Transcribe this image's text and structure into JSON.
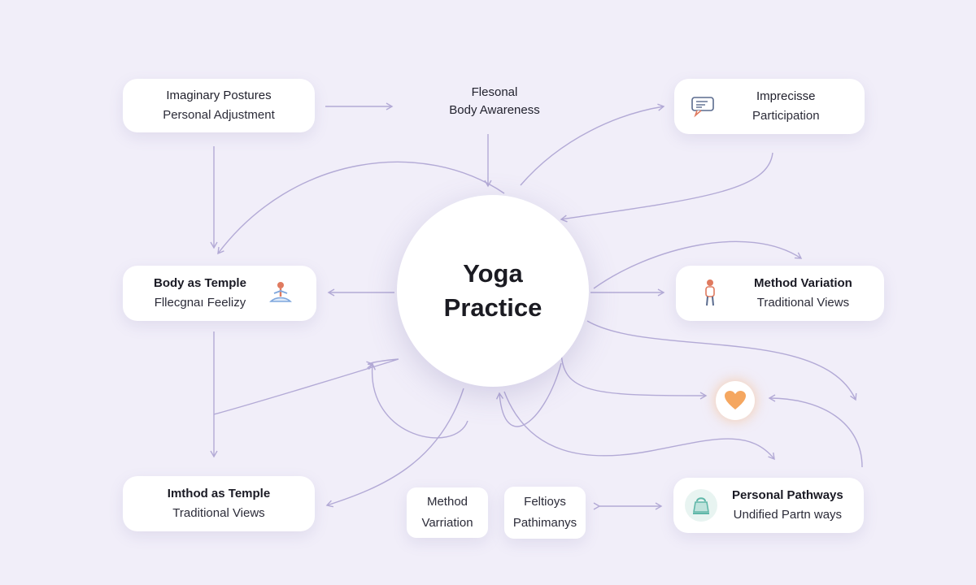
{
  "diagram": {
    "center": {
      "line1": "Yoga",
      "line2": "Practice"
    },
    "nodes": {
      "imaginary_postures": {
        "line1": "Imaginary Postures",
        "line2": "Personal Adjustment"
      },
      "flesonal": {
        "line1": "Flesonal",
        "line2": "Body Awareness"
      },
      "imprecise": {
        "line1": "Imprecisse",
        "line2": "Participation",
        "icon": "chat-icon"
      },
      "body_temple": {
        "line1": "Body as Temple",
        "line2": "Fllecgnaı Feelizy",
        "icon": "meditation-icon"
      },
      "method_variation_right": {
        "line1": "Method Variation",
        "line2": "Traditional Views",
        "icon": "standing-person-icon"
      },
      "imthod_temple": {
        "line1": "Imthod as Temple",
        "line2": "Traditional Views"
      },
      "method_variation_small": {
        "line1": "Method",
        "line2": "Varriation"
      },
      "feltioys": {
        "line1": "Feltioys",
        "line2": "Pathimanys"
      },
      "personal_pathways": {
        "line1": "Personal Pathways",
        "line2": "Undified Partn ways",
        "icon": "kettlebell-icon"
      }
    },
    "heart_icon": "heart-icon",
    "colors": {
      "background": "#f1eef9",
      "arrow": "#b3aad6",
      "heart": "#f5a760",
      "figure": "#e07a5f",
      "meditation": "#7fa7dd",
      "kettlebell": "#5fb7a8"
    }
  }
}
